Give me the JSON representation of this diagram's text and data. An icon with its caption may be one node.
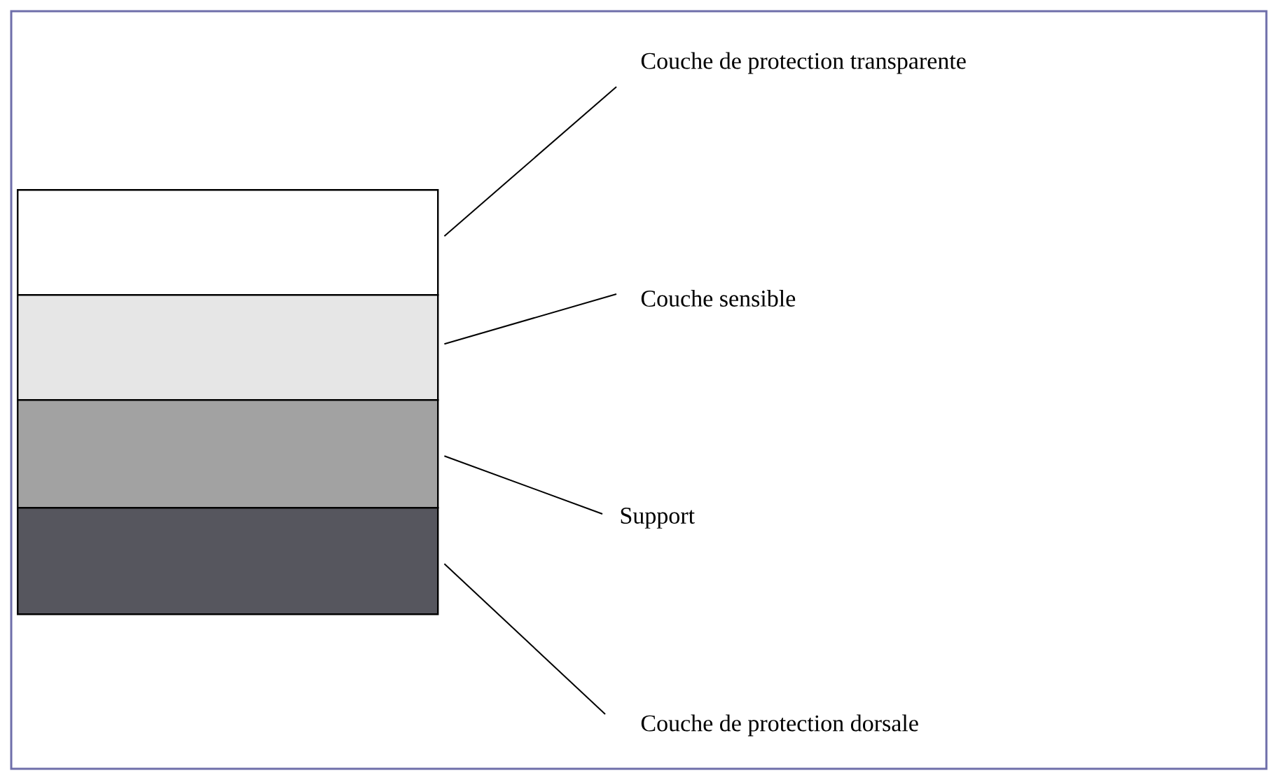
{
  "diagram": {
    "nodes": [
      {
        "text": [],
        "shape": "box"
      },
      {
        "text": [],
        "shape": "box"
      },
      {
        "text": [],
        "shape": "box"
      },
      {
        "text": [],
        "shape": "box"
      },
      {
        "text": [
          "Couche de protection transparente"
        ]
      },
      {
        "text": [
          "Couche sensible"
        ]
      },
      {
        "text": [
          "Support"
        ]
      },
      {
        "text": [
          "Couche de protection dorsale"
        ]
      }
    ],
    "edges": [
      {
        "from": 4,
        "to": 0,
        "arrow": "none"
      },
      {
        "from": 5,
        "to": 1,
        "arrow": "none"
      },
      {
        "from": 6,
        "to": 2,
        "arrow": "none"
      },
      {
        "from": 7,
        "to": 3,
        "arrow": "none"
      }
    ]
  }
}
